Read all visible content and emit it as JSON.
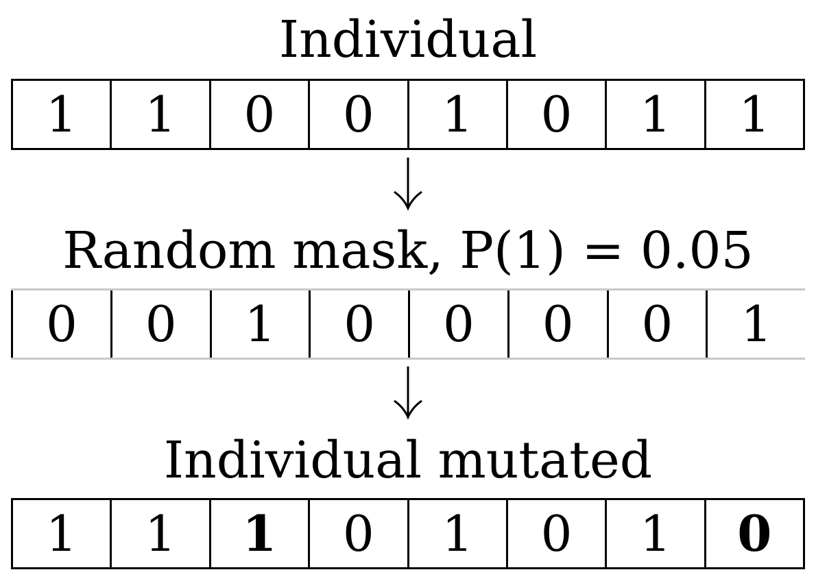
{
  "individual": {
    "label": "Individual",
    "bits": [
      "1",
      "1",
      "0",
      "0",
      "1",
      "0",
      "1",
      "1"
    ]
  },
  "mask": {
    "label": "Random mask, P(1) = 0.05",
    "bits": [
      "0",
      "0",
      "1",
      "0",
      "0",
      "0",
      "0",
      "1"
    ]
  },
  "mutated": {
    "label": "Individual mutated",
    "bits": [
      "1",
      "1",
      "1",
      "0",
      "1",
      "0",
      "1",
      "0"
    ],
    "changed_positions": [
      2,
      7
    ]
  },
  "arrow_icon": "down-arrow-icon"
}
